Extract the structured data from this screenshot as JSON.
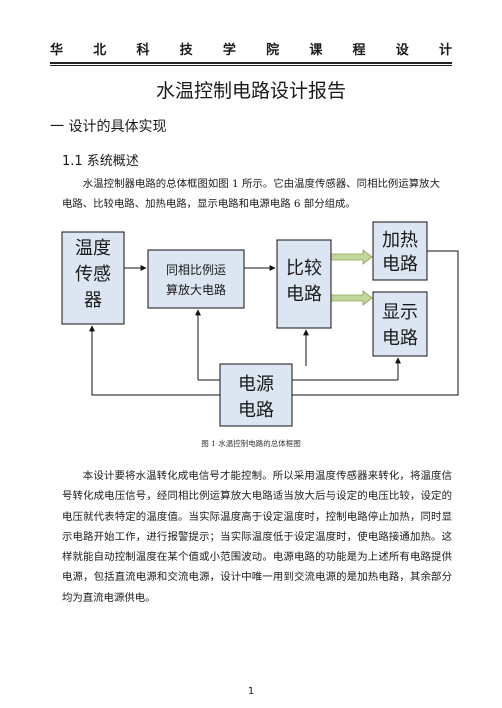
{
  "header": {
    "chars": [
      "华",
      "北",
      "科",
      "技",
      "学",
      "院",
      "课",
      "程",
      "设",
      "计"
    ]
  },
  "title": "水温控制电路设计报告",
  "section1": "一  设计的具体实现",
  "section11": "1.1 系统概述",
  "paragraph1": "水温控制器电路的总体框图如图 1 所示。它由温度传感器、同相比例运算放大电路、比较电路、加热电路，显示电路和电源电路 6 部分组成。",
  "diagram": {
    "sensor": [
      "温度",
      "传感",
      "器"
    ],
    "amp": [
      "同相比例运",
      "算放大电路"
    ],
    "compare": [
      "比较",
      "电路"
    ],
    "heat": [
      "加热",
      "电路"
    ],
    "display": [
      "显示",
      "电路"
    ],
    "power": [
      "电源",
      "电路"
    ],
    "colors": {
      "box_fill": "#dce6f2",
      "box_stroke": "#111111",
      "arrow": "#111111",
      "compare_arrow": "#c3d69b"
    }
  },
  "caption": "图 1    水温控制电路的总体框图",
  "paragraph2": "本设计要将水温转化成电信号才能控制。所以采用温度传感器来转化，将温度信号转化成电压信号，经同相比例运算放大电路适当放大后与设定的电压比较，设定的电压就代表特定的温度值。当实际温度高于设定温度时，控制电路停止加热，同时显示电路开始工作，进行报警提示；当实际温度低于设定温度时，使电路接通加热。这样就能自动控制温度在某个值或小范围波动。电源电路的功能是为上述所有电路提供电源，包括直流电源和交流电源，设计中唯一用到交流电源的是加热电路，其余部分均为直流电源供电。",
  "page_number": "1"
}
